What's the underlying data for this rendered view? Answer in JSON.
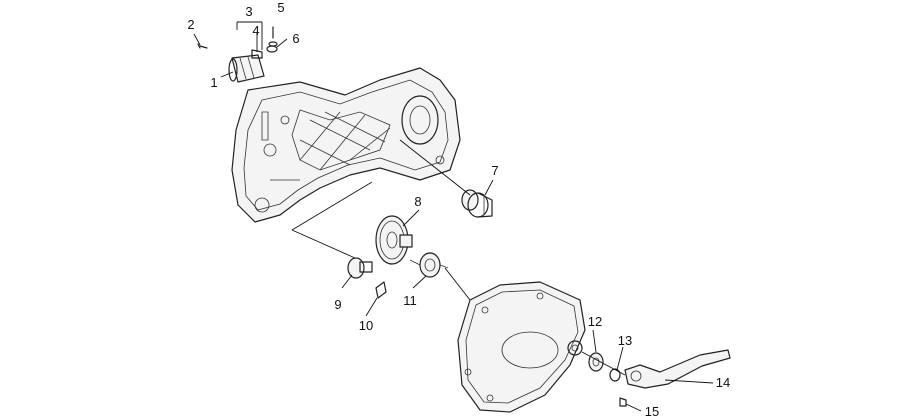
{
  "callouts": [
    {
      "id": "1",
      "text": "1"
    },
    {
      "id": "2",
      "text": "2"
    },
    {
      "id": "3",
      "text": "3"
    },
    {
      "id": "4",
      "text": "4"
    },
    {
      "id": "5",
      "text": "5"
    },
    {
      "id": "6",
      "text": "6"
    },
    {
      "id": "7",
      "text": "7"
    },
    {
      "id": "8",
      "text": "8"
    },
    {
      "id": "9",
      "text": "9"
    },
    {
      "id": "10",
      "text": "10"
    },
    {
      "id": "11",
      "text": "11"
    },
    {
      "id": "12",
      "text": "12"
    },
    {
      "id": "13",
      "text": "13"
    },
    {
      "id": "14",
      "text": "14"
    },
    {
      "id": "15",
      "text": "15"
    }
  ]
}
